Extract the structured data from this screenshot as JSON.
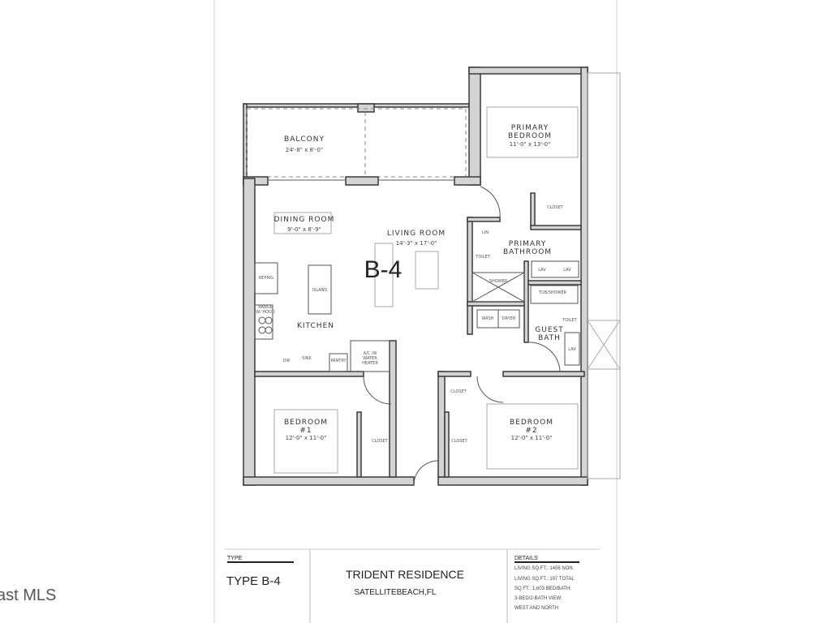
{
  "plan": {
    "unit_label": "B-4",
    "rooms": {
      "balcony": {
        "name": "BALCONY",
        "dims": "24'-8\" x 8'-0\""
      },
      "primary_bedroom": {
        "name1": "PRIMARY",
        "name2": "BEDROOM",
        "dims": "11'-0\" x 13'-0\""
      },
      "dining_room": {
        "name": "DINING ROOM",
        "dims": "9'-0\" x 8'-9\""
      },
      "living_room": {
        "name": "LIVING ROOM",
        "dims": "14'-3\" x 17'-0\""
      },
      "primary_bathroom": {
        "name1": "PRIMARY",
        "name2": "BATHROOM"
      },
      "kitchen": {
        "name": "KITCHEN"
      },
      "guest_bath": {
        "name1": "GUEST",
        "name2": "BATH"
      },
      "bedroom1": {
        "name1": "BEDROOM",
        "name2": "#1",
        "dims": "12'-0\" x 11'-0\""
      },
      "bedroom2": {
        "name1": "BEDROOM",
        "name2": "#2",
        "dims": "12'-0\" x 11'-0\""
      }
    },
    "fixtures": {
      "closet": "CLOSET",
      "lin": "LIN",
      "toilet": "TOILET",
      "shower": "SHOWER",
      "lav": "LAV",
      "tub_shower": "TUB/SHOWER",
      "wash": "WASH",
      "dryer": "DRYER",
      "refrig": "REFRIG",
      "range": "RANGE",
      "hood": "W/ HOOD",
      "island": "ISLAND",
      "dw": "DW",
      "sink": "SINK",
      "pantry": "PANTRY",
      "ac1": "A/C /W",
      "ac2": "WATER",
      "ac3": "HEATER"
    }
  },
  "title_block": {
    "type_header": "TYPE",
    "type_value": "TYPE B-4",
    "project": "TRIDENT RESIDENCE",
    "location": "SATELLITEBEACH,FL",
    "details_header": "DETAILS",
    "details_lines": [
      "LIVING SQ.FT.: 1406 NON",
      "LIVING SQ.FT.: 197 TOTAL",
      "SQ.FT.: 1,603  BED/BATH:",
      "3-BED/2-BATH        VIEW:",
      "WEST AND NORTH"
    ]
  },
  "watermark": "ast MLS"
}
